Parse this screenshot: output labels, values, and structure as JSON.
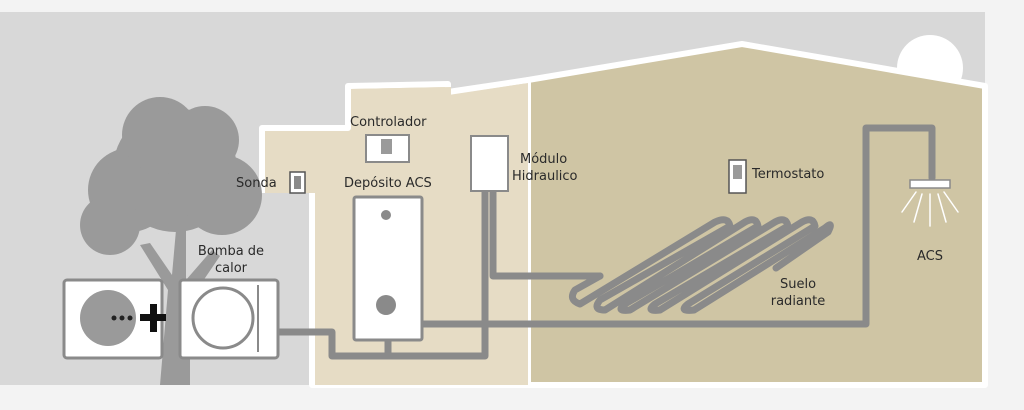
{
  "labels": {
    "sonda": "Sonda",
    "controlador": "Controlador",
    "deposito": "Depósito ACS",
    "modulo_line1": "Módulo",
    "modulo_line2": "Hidraulico",
    "termostato": "Termostato",
    "bomba_line1": "Bomba de",
    "bomba_line2": "calor",
    "suelo_line1": "Suelo",
    "suelo_line2": "radiante",
    "acs": "ACS"
  },
  "colors": {
    "sky": "#d8d8d8",
    "house_left": "#e6dcc5",
    "house_right": "#cfc5a4",
    "pipe": "#8a8a8a",
    "tree": "#9a9a9a",
    "unit_fill": "#ffffff",
    "unit_stroke": "#8a8a8a"
  },
  "icons": {
    "plus": "plus-icon",
    "dots": "ellipsis-icon",
    "shower": "shower-head-icon",
    "sun": "sun-icon"
  }
}
